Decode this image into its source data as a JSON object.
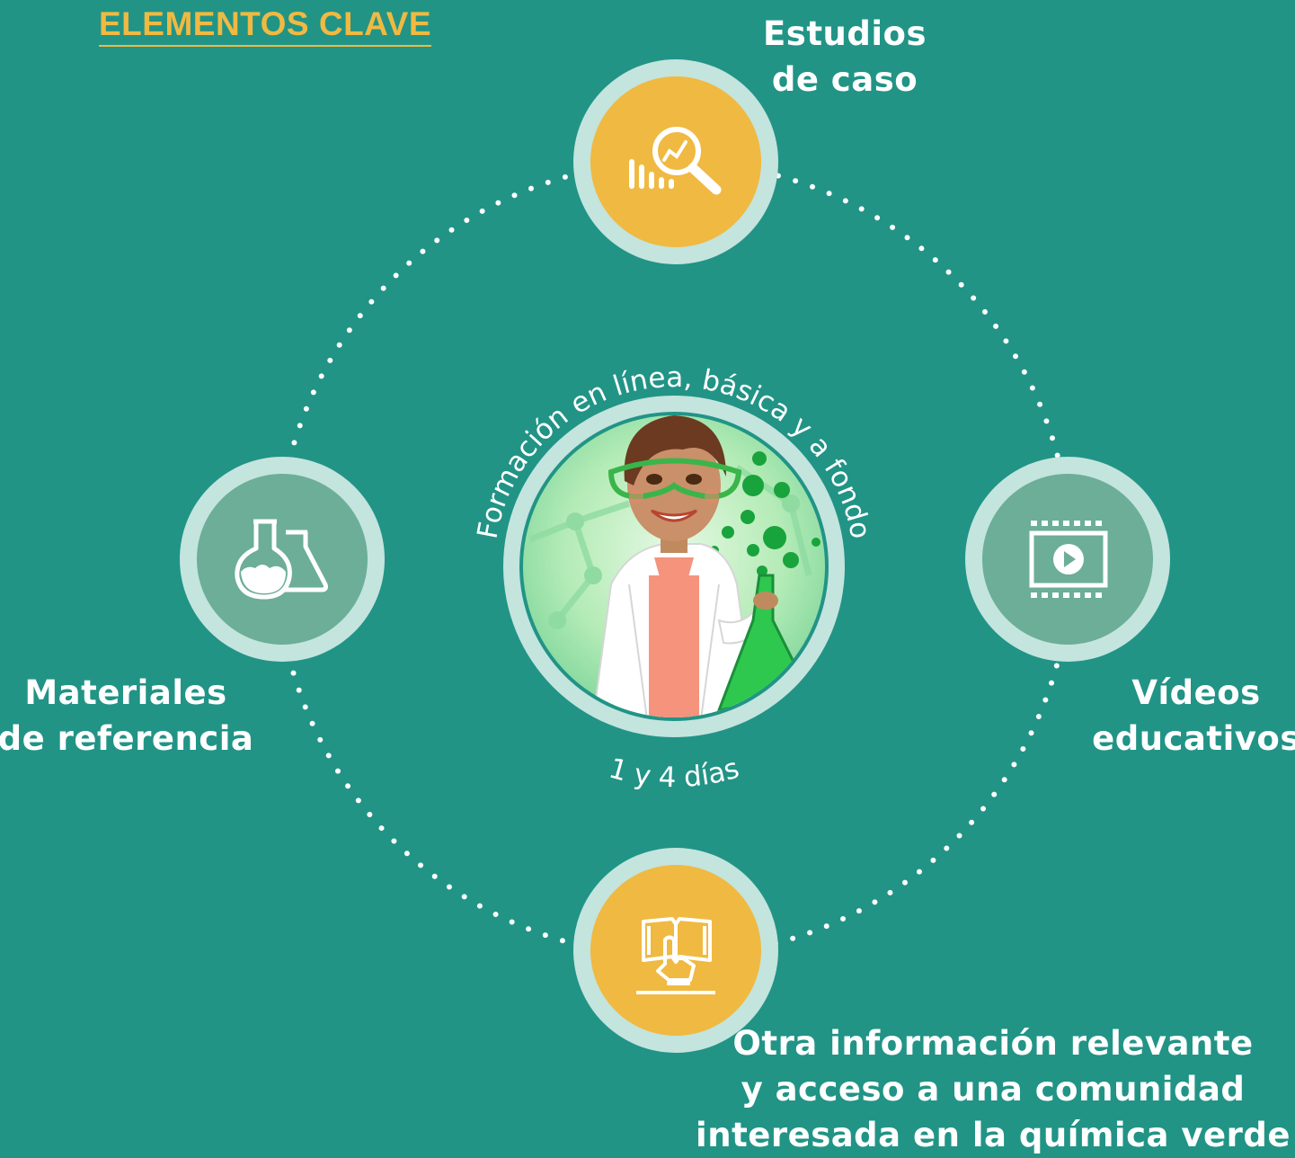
{
  "heading": "ELEMENTOS CLAVE",
  "center": {
    "arc_top": "Formación en línea, básica y a fondo",
    "arc_bottom": "1 y 4 días",
    "illustration": "scientist-woman-illustration"
  },
  "nodes": {
    "top": {
      "lines": [
        "Estudios",
        "de caso"
      ],
      "icon": "chart-magnifier-icon",
      "color": "#f0b941"
    },
    "right": {
      "lines": [
        "Vídeos",
        "educativos"
      ],
      "icon": "video-player-icon",
      "color": "#6cae97"
    },
    "bottom": {
      "lines": [
        "Otra información relevante",
        "y acceso a una comunidad",
        "interesada en la química verde"
      ],
      "icon": "hand-book-icon",
      "color": "#f0b941"
    },
    "left": {
      "lines": [
        "Materiales",
        "de referencia"
      ],
      "icon": "flasks-icon",
      "color": "#6cae97"
    }
  },
  "colors": {
    "background": "#219486",
    "accent": "#f0b941",
    "ring": "#c4e4de",
    "muted": "#6cae97",
    "dots": "#ffffff"
  }
}
